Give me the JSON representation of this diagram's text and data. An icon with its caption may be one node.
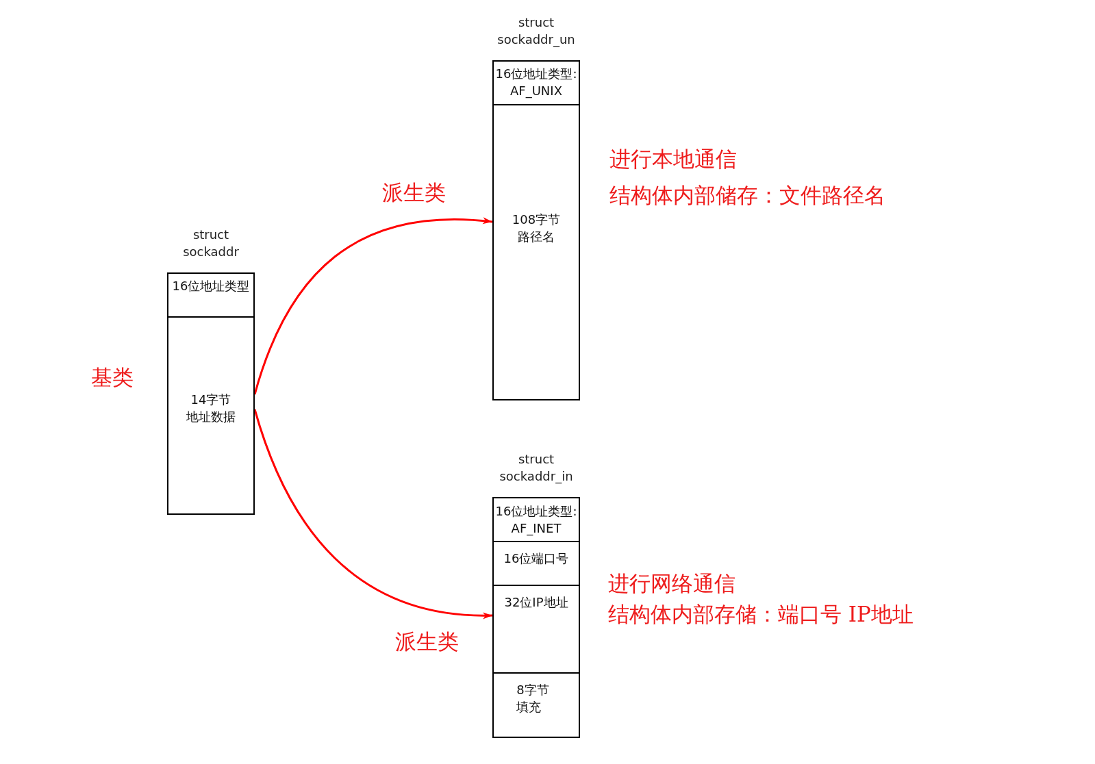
{
  "diagram": {
    "nodes": [
      {
        "text": [
          "struct sockaddr"
        ],
        "beside": [
          "基类"
        ]
      },
      {
        "text": [
          "16位地址类型"
        ],
        "in": 0
      },
      {
        "text": [
          "14字节地址数据"
        ],
        "in": 0
      },
      {
        "text": [
          "struct sockaddr_un"
        ],
        "beside": [
          "进行本地通信",
          "结构体内部储存：文件路径名"
        ]
      },
      {
        "text": [
          "16位地址类型: AF_UNIX"
        ],
        "in": 3
      },
      {
        "text": [
          "108字节路径名"
        ],
        "in": 3
      },
      {
        "text": [
          "struct sockaddr_in"
        ],
        "beside": [
          "进行网络通信",
          "结构体内部存储：端口号 IP地址"
        ]
      },
      {
        "text": [
          "16位地址类型: AF_INET"
        ],
        "in": 6
      },
      {
        "text": [
          "16位端口号"
        ],
        "in": 6
      },
      {
        "text": [
          "32位IP地址"
        ],
        "in": 6
      },
      {
        "text": [
          "8字节填充"
        ],
        "in": 6
      }
    ],
    "edges": [
      {
        "from": 0,
        "to": 3,
        "arrow": "to",
        "label": "派生类"
      },
      {
        "from": 0,
        "to": 6,
        "arrow": "to",
        "label": "派生类"
      }
    ]
  }
}
